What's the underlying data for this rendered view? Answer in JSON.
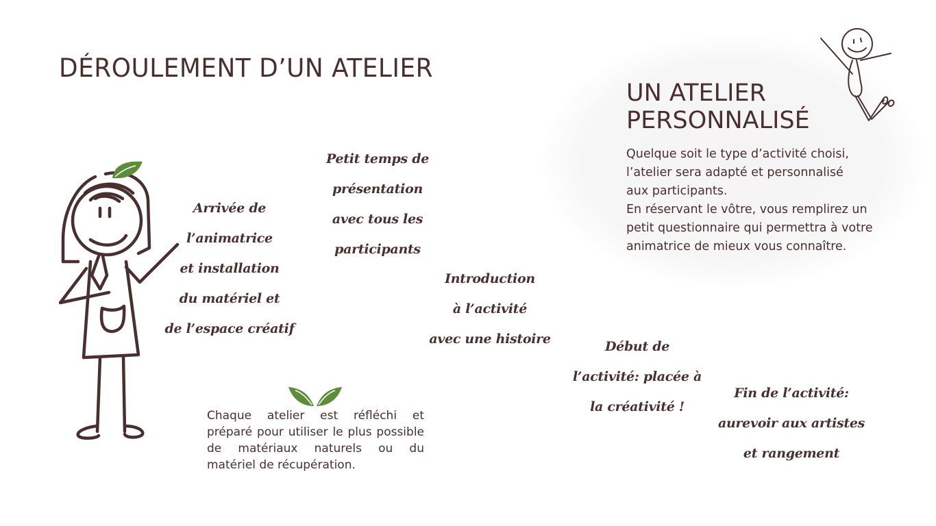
{
  "page": {
    "title": "DÉROULEMENT D’UN ATELIER"
  },
  "steps": [
    {
      "label": "Arrivée de\nl’animatrice\net installation\ndu matériel et\nde l’espace créatif"
    },
    {
      "label": "Petit temps de\nprésentation\navec tous les\nparticipants"
    },
    {
      "label": "Introduction\nà l’activité\navec une histoire"
    },
    {
      "label": "Début de\nl’activité: placée à\nla créativité !"
    },
    {
      "label": "Fin de l’activité:\naurevoir aux artistes\net rangement"
    }
  ],
  "eco_note": {
    "icon": "leaves-icon",
    "text": "Chaque atelier est réfléchi et préparé pour utiliser le plus possible de matériaux naturels ou du matériel de récupération."
  },
  "personalized": {
    "title": "UN ATELIER\nPERSONNALISÉ",
    "text": "Quelque soit le type d’activité choisi,\nl’atelier sera adapté et personnalisé\naux participants.\nEn réservant le vôtre, vous remplirez un\npetit questionnaire qui permettra à votre\nanimatrice de mieux vous connaître."
  },
  "colors": {
    "text": "#4a2f2f",
    "leaf": "#5e8d3a",
    "background": "#ffffff"
  }
}
